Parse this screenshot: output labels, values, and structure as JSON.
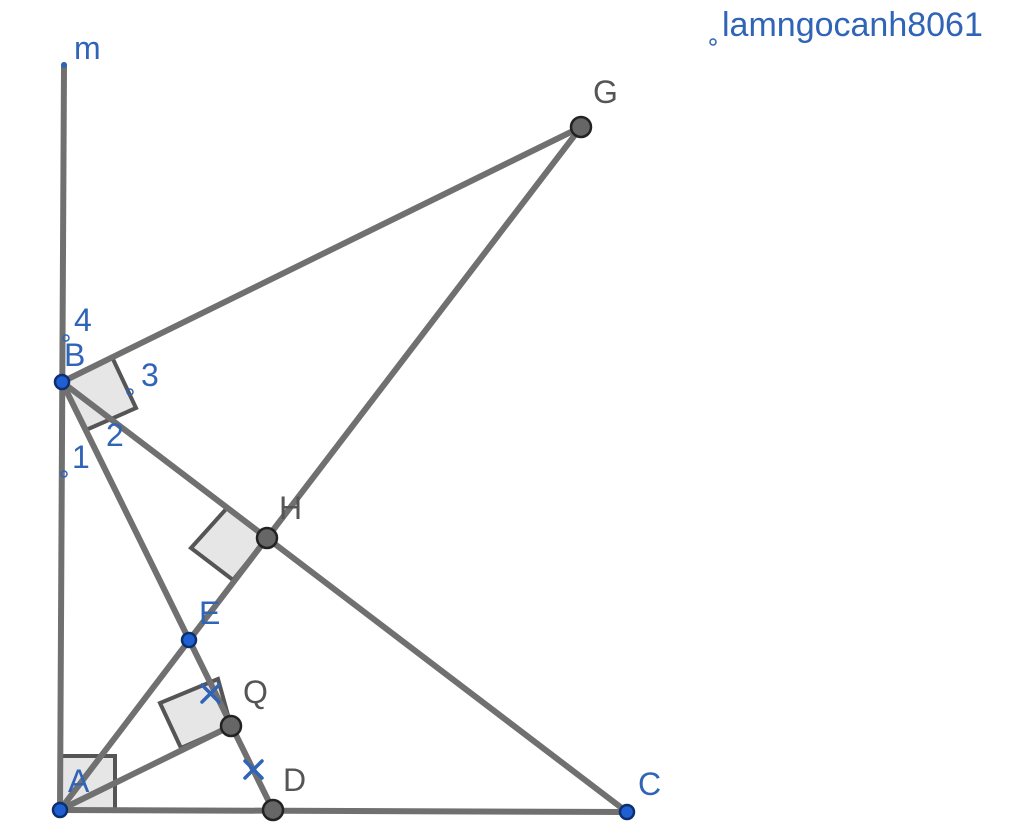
{
  "watermark": "lamngocanh8061",
  "colors": {
    "line": "#707070",
    "blue_point": "#1f5fd1",
    "grey_point": "#666666",
    "blue_text": "#2f64b7",
    "grey_text": "#555555"
  },
  "labels": {
    "m": "m",
    "G": "G",
    "four": "4",
    "B": "B",
    "three": "3",
    "two": "2",
    "one": "1",
    "H": "H",
    "E": "E",
    "Q": "Q",
    "A": "A",
    "D": "D",
    "C": "C"
  }
}
